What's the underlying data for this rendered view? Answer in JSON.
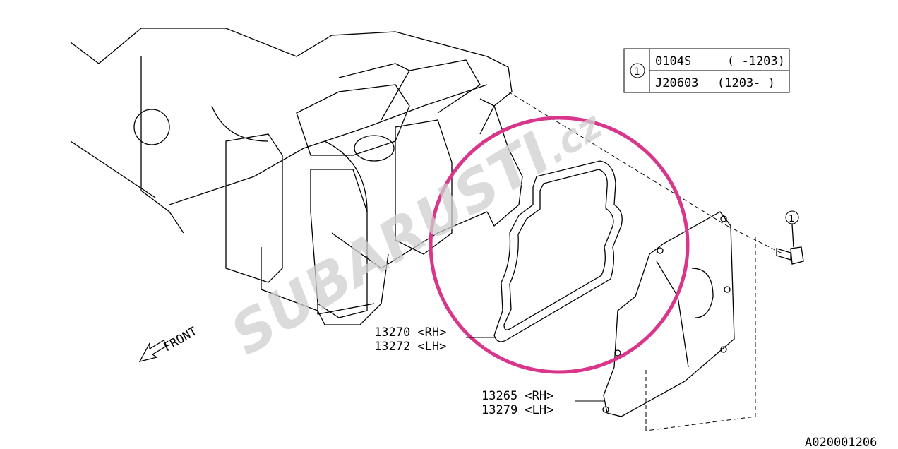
{
  "legend": {
    "symbol": "1",
    "rows": [
      {
        "part": "0104S",
        "range": "( -1203)"
      },
      {
        "part": "J20603",
        "range": "(1203- )"
      }
    ]
  },
  "callouts": {
    "gasket": {
      "rh": "13270 <RH>",
      "lh": "13272 <LH>"
    },
    "cover": {
      "rh": "13265 <RH>",
      "lh": "13279 <LH>"
    },
    "bolt": "1"
  },
  "front_label": "FRONT",
  "watermark": {
    "main": "SUBARUSTI",
    "suffix": ".cz"
  },
  "diagram_code": "A020001206",
  "colors": {
    "highlight": "#d9358a",
    "watermark": "#d0d0d0"
  }
}
